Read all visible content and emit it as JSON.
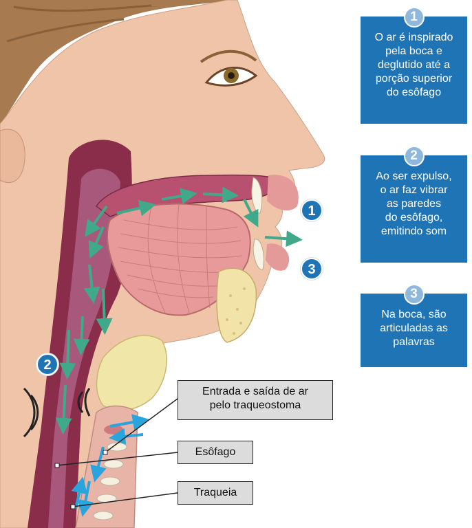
{
  "info_boxes": [
    {
      "number": "1",
      "text": "O ar é inspirado\npela boca e\ndeglutido até a\nporção superior\ndo esôfago"
    },
    {
      "number": "2",
      "text": "Ao ser expulso,\no ar faz vibrar\nas paredes\ndo esôfago,\nemitindo som"
    },
    {
      "number": "3",
      "text": "Na boca, são\narticuladas as\npalavras"
    }
  ],
  "markers": [
    "1",
    "2",
    "3"
  ],
  "callouts": {
    "stoma": "Entrada e saída de ar\npelo traqueostoma",
    "esophagus": "Esôfago",
    "trachea": "Traqueia"
  },
  "colors": {
    "box_blue": "#1f74b5",
    "badge_blue": "#8fb8dc",
    "airflow_green": "#3fa98a",
    "airflow_blue": "#2aa4dc",
    "skin": "#f0c4a8"
  }
}
